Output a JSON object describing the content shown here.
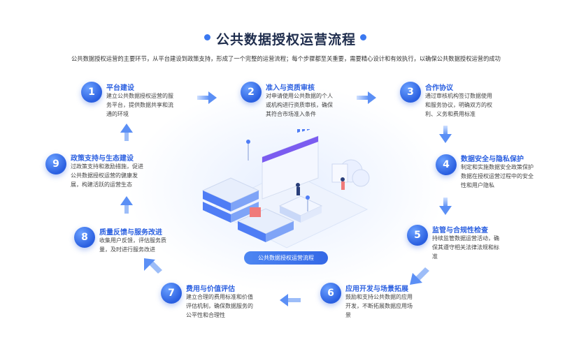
{
  "title": "公共数据授权运营流程",
  "subtitle": "公共数据授权运营的主要环节，从平台建设到政策支持，形成了一个完整的运营流程；每个步骤都至关重要，需要精心设计和有效执行，以确保公共数据授权运营的成功",
  "center_label": "公共数据授权运营流程",
  "colors": {
    "accent": "#2a5fe0",
    "title": "#1f2d4d"
  },
  "steps": [
    {
      "num": "1",
      "title": "平台建设",
      "desc": "建立公共数据授权运营的服务平台，提供数据共享和流通的环境"
    },
    {
      "num": "2",
      "title": "准入与资质审核",
      "desc": "对申请使用公共数据的个人或机构进行资质审核，确保其符合市场准入条件"
    },
    {
      "num": "3",
      "title": "合作协议",
      "desc": "通过审核机构签订数据使用和服务协议，明确双方的权利、义务和费用标准"
    },
    {
      "num": "4",
      "title": "数据安全与隐私保护",
      "desc": "制定和实施数据安全政策保护数据在授权运营过程中的安全性和用户隐私"
    },
    {
      "num": "5",
      "title": "监管与合规性检查",
      "desc": "持续监管数据运营活动，确保其遵守相关法律法规和标准"
    },
    {
      "num": "6",
      "title": "应用开发与场景拓展",
      "desc": "鼓励和支持公共数据的应用开发，不断拓展数据应用场景"
    },
    {
      "num": "7",
      "title": "费用与价值评估",
      "desc": "建立合理的费用标准和价值评估机制，确保数据服务的公平性和合理性"
    },
    {
      "num": "8",
      "title": "质量反馈与服务改进",
      "desc": "收集用户反馈，评估服务质量，及时进行服务改进"
    },
    {
      "num": "9",
      "title": "政策支持与生态建设",
      "desc": "过政策支持和激励措施，促进公共数据授权运营的健康发展，构建活跃的运营生态"
    }
  ]
}
